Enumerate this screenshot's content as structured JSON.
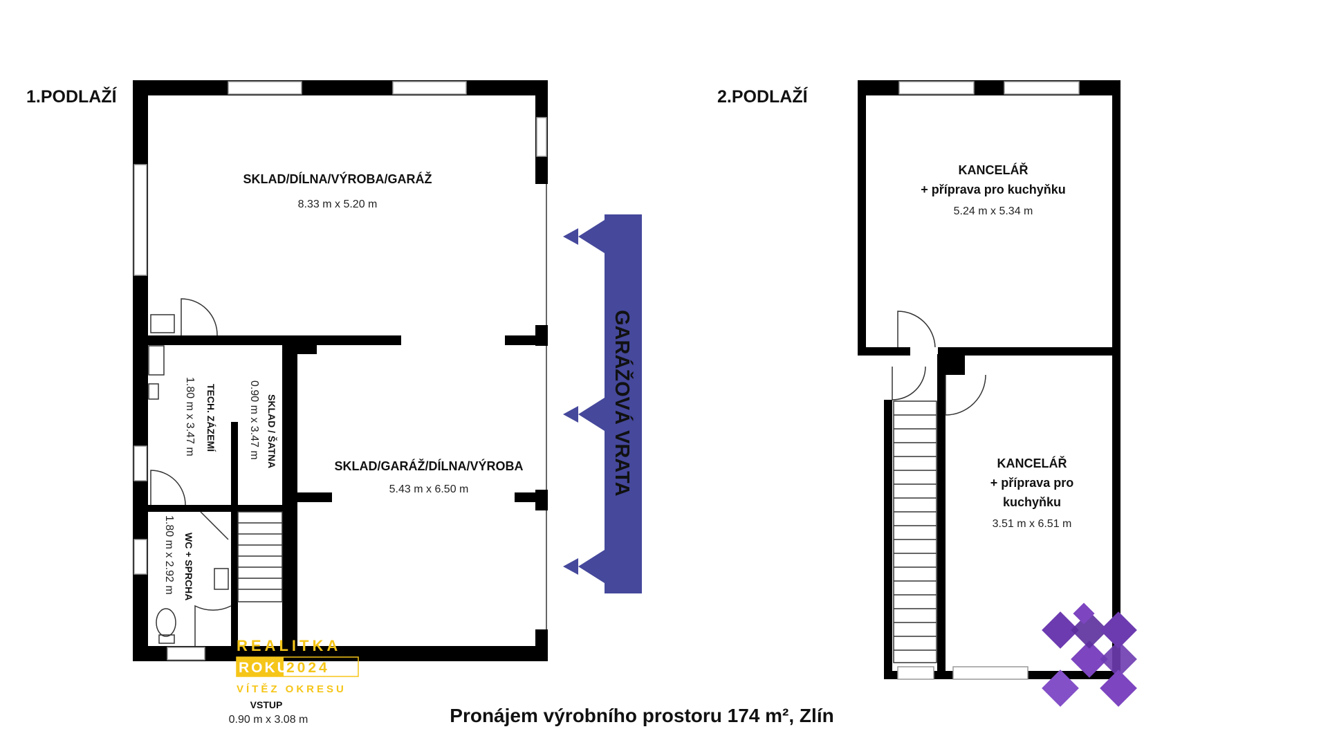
{
  "floors": {
    "ground": {
      "title": "1.PODLAŽÍ",
      "rooms": {
        "sklad_top": {
          "name": "SKLAD/DÍLNA/VÝROBA/GARÁŽ",
          "size": "8.33 m x 5.20 m"
        },
        "sklad_main": {
          "name": "SKLAD/GARÁŽ/DÍLNA/VÝROBA",
          "size": "5.43 m x 6.50 m"
        },
        "tech": {
          "name": "TECH. ZÁZEMÍ",
          "size": "1.80 m x 3.47 m"
        },
        "satna": {
          "name": "SKLAD / ŠATNA",
          "size": "0.90 m x 3.47 m"
        },
        "wc": {
          "name": "WC + SPRCHA",
          "size": "1.80 m x 2.92 m"
        },
        "vstup": {
          "name": "VSTUP",
          "size": "0.90 m x 3.08 m"
        }
      },
      "garage_door_label": "GARÁŽOVÁ VRATA"
    },
    "upper": {
      "title": "2.PODLAŽÍ",
      "rooms": {
        "office_top": {
          "name_line1": "KANCELÁŘ",
          "name_line2": "+ příprava pro kuchyňku",
          "size": "5.24 m x 5.34 m"
        },
        "office_bottom": {
          "name_line1": "KANCELÁŘ",
          "name_line2": "+ příprava pro",
          "name_line3": "kuchyňku",
          "size": "3.51 m x 6.51 m"
        }
      }
    }
  },
  "caption": "Pronájem výrobního prostoru 174 m², Zlín",
  "badge": {
    "line1": "REALITKA",
    "line2a": "ROKU",
    "line2b": "2024",
    "line3": "VÍTĚZ OKRESU"
  },
  "colors": {
    "arrow": "#45489b",
    "badge": "#f5c518",
    "logo": "#7a3fb5"
  },
  "icons": [
    "garage-arrow-icon",
    "company-logo-icon"
  ]
}
